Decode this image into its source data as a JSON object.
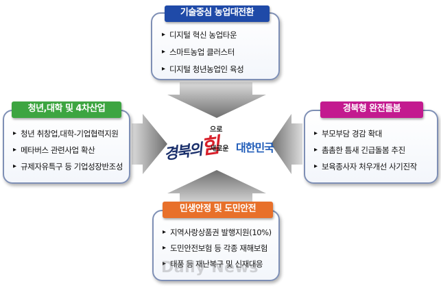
{
  "top": {
    "title": "기술중심 농업대전환",
    "items": [
      "디지털 혁신 농업타운",
      "스마트농업 클러스터",
      "디지털 청년농업인 육성"
    ]
  },
  "left": {
    "title": "청년,대학 및 4차산업",
    "items": [
      "청년 취창업,대학-기업협력지원",
      "메타버스 관련사업 확산",
      "규제자유특구 등 기업성장반조성"
    ]
  },
  "right": {
    "title": "경북형 완전돌봄",
    "items": [
      "부모부담 경감 확대",
      "촘촘한 틈새 긴급돌봄 추진",
      "보육종사자 처우개선 사기진작"
    ]
  },
  "bottom": {
    "title": "민생안정 및 도민안전",
    "items": [
      "지역사랑상품권 발행지원(10%)",
      "도민안전보험 등 각종 재해보험",
      "태풍 등 재난복구 및 신재대응"
    ]
  },
  "center": {
    "script_text": "경북의",
    "script_highlight": "힘",
    "small_text_1": "으로",
    "small_text_2": "새로운",
    "big_text": "대한민국"
  },
  "bullet": "▸",
  "watermark": "Daily News",
  "colors": {
    "top_label": "#1f4aa8",
    "left_label": "#3da541",
    "right_label": "#c31a8f",
    "bottom_label": "#e8702a",
    "box_border": "#7e8fb5",
    "arrow": "#7a7a7a"
  }
}
